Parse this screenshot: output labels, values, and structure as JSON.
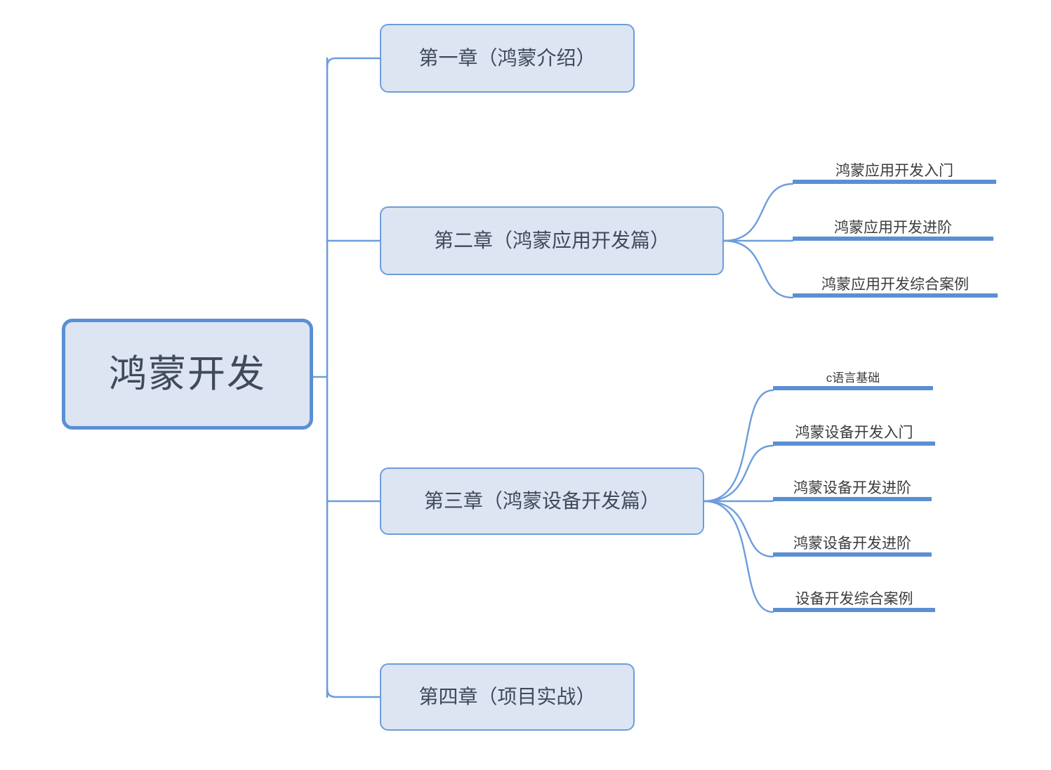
{
  "diagram": {
    "type": "mind-map",
    "title": "鸿蒙开发",
    "orientation": "left-to-right",
    "colors": {
      "node_fill": "#dce5f1",
      "node_border": "#5b8fd4",
      "branch_border": "#6d9ddb",
      "connector": "#6d9ddb",
      "underline": "#5b8fd4",
      "root_text": "#3f4a5a",
      "branch_text": "#3f4a5a",
      "leaf_text": "#3c3c3c",
      "background": "#ffffff"
    },
    "root": {
      "label": "鸿蒙开发"
    },
    "branches": [
      {
        "id": "chapter-1",
        "label": "第一章（鸿蒙介绍）",
        "children": []
      },
      {
        "id": "chapter-2",
        "label": "第二章（鸿蒙应用开发篇）",
        "children": [
          {
            "id": "c2-leaf-1",
            "label": "鸿蒙应用开发入门"
          },
          {
            "id": "c2-leaf-2",
            "label": "鸿蒙应用开发进阶"
          },
          {
            "id": "c2-leaf-3",
            "label": "鸿蒙应用开发综合案例"
          }
        ]
      },
      {
        "id": "chapter-3",
        "label": "第三章（鸿蒙设备开发篇）",
        "children": [
          {
            "id": "c3-leaf-1",
            "label": "c语言基础"
          },
          {
            "id": "c3-leaf-2",
            "label": "鸿蒙设备开发入门"
          },
          {
            "id": "c3-leaf-3",
            "label": "鸿蒙设备开发进阶"
          },
          {
            "id": "c3-leaf-4",
            "label": "鸿蒙设备开发进阶"
          },
          {
            "id": "c3-leaf-5",
            "label": "设备开发综合案例"
          }
        ]
      },
      {
        "id": "chapter-4",
        "label": "第四章（项目实战）",
        "children": []
      }
    ]
  }
}
